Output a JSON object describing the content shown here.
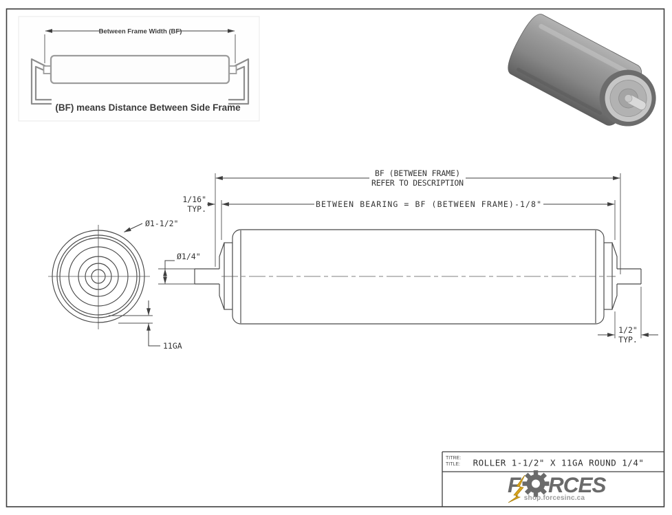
{
  "sheet": {
    "bg": "#ffffff",
    "line_color": "#474747"
  },
  "bf_explainer": {
    "dim_label": "Between Frame Width (BF)",
    "caption": "(BF) means Distance Between Side Frame"
  },
  "dimensions": {
    "bf_line1": "BF (BETWEEN FRAME)",
    "bf_line2": "REFER TO DESCRIPTION",
    "between_bearing": "BETWEEN BEARING = BF (BETWEEN FRAME)-1/8\"",
    "gap_value": "1/16\"",
    "gap_qualifier": "TYP.",
    "roller_diameter": "Ø1-1/2\"",
    "shaft_diameter": "Ø1/4\"",
    "wall_gauge": "11GA",
    "protrusion_value": "1/2\"",
    "protrusion_qualifier": "TYP."
  },
  "title_block": {
    "label_fr": "TITRE:",
    "label_en": "TITLE:",
    "title": "ROLLER 1-1/2\" X 11GA ROUND 1/4\"",
    "logo": {
      "part1": "F",
      "part2": "RCES",
      "tagline": "shop.forcesinc.ca",
      "letter_color": "#6a6a6a",
      "bolt_color": "#d9a21b"
    }
  }
}
